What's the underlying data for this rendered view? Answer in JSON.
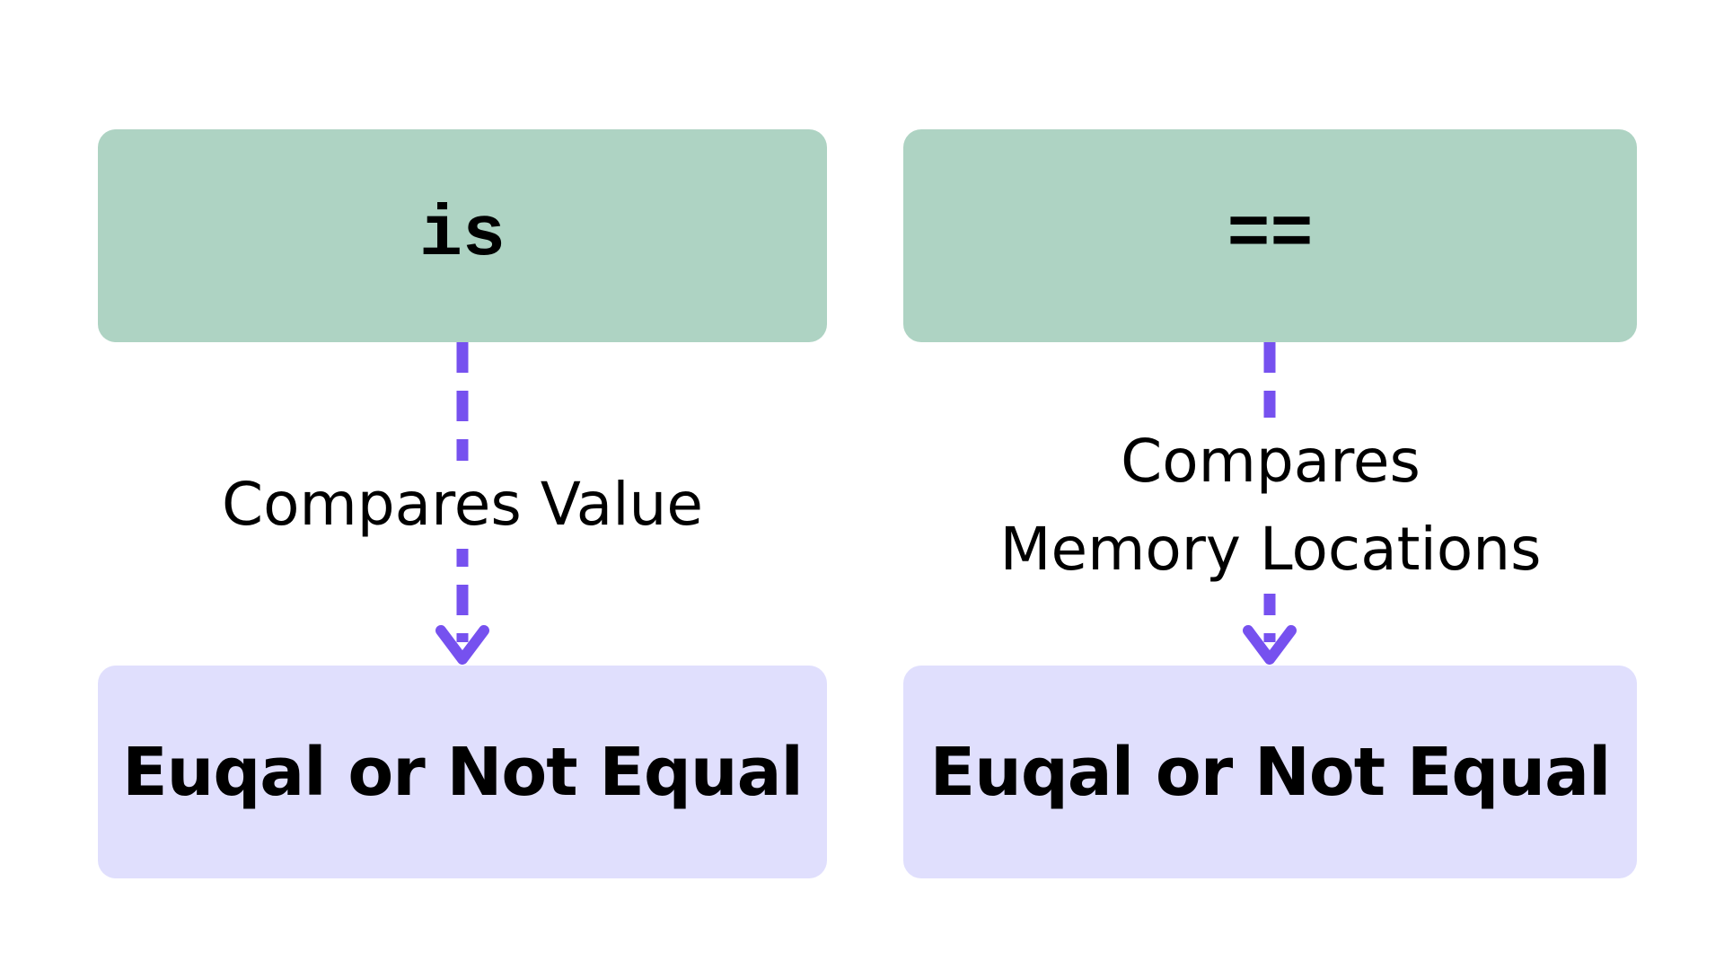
{
  "colors": {
    "operator_box": "#aed3c3",
    "result_box": "#e0dffd",
    "arrow": "#7651ef",
    "text": "#000000"
  },
  "columns": [
    {
      "operator": "is",
      "edge_label": [
        "Compares Value"
      ],
      "result": "Euqal or Not Equal"
    },
    {
      "operator": "==",
      "edge_label": [
        "Compares",
        "Memory Locations"
      ],
      "result": "Euqal or Not Equal"
    }
  ]
}
